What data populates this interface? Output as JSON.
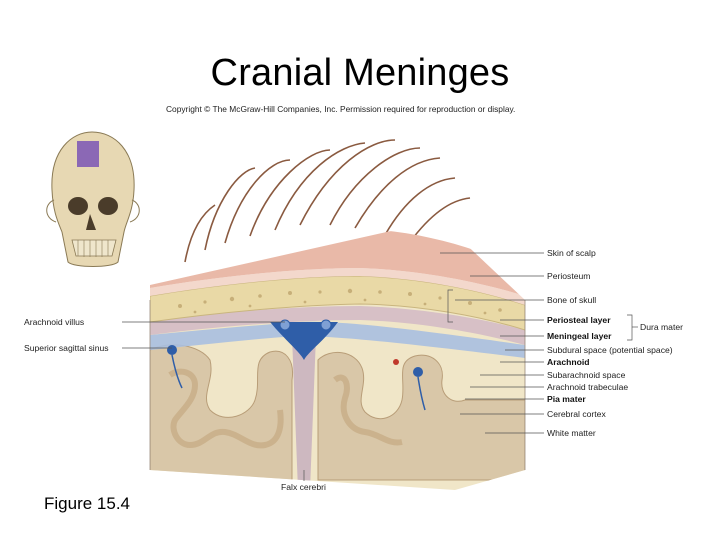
{
  "title": "Cranial Meninges",
  "copyright": "Copyright © The McGraw-Hill Companies, Inc. Permission required for reproduction or display.",
  "figure_label": "Figure 15.4",
  "labels": {
    "skin_of_scalp": "Skin of scalp",
    "periosteum": "Periosteum",
    "bone_of_skull": "Bone of skull",
    "periosteal_layer": "Periosteal layer",
    "meningeal_layer": "Meningeal layer",
    "dura_mater": "Dura mater",
    "subdural_space": "Subdural space (potential space)",
    "arachnoid": "Arachnoid",
    "subarachnoid_space": "Subarachnoid space",
    "arachnoid_trabeculae": "Arachnoid trabeculae",
    "pia_mater": "Pia mater",
    "cerebral_cortex": "Cerebral cortex",
    "white_matter": "White matter",
    "arachnoid_villus": "Arachnoid villus",
    "superior_sagittal_sinus": "Superior sagittal sinus",
    "falx_cerebri": "Falx cerebri"
  },
  "colors": {
    "scalp_skin": "#e9b9a8",
    "periosteum": "#f3d8cc",
    "bone": "#e9d9a6",
    "dura": "#d7c0c6",
    "sinus_blue": "#2f5ea8",
    "arachnoid_blue": "#a9bfe0",
    "cortex": "#d9c7a8",
    "white_matter": "#f0e6c8",
    "hair": "#8a5a40"
  }
}
